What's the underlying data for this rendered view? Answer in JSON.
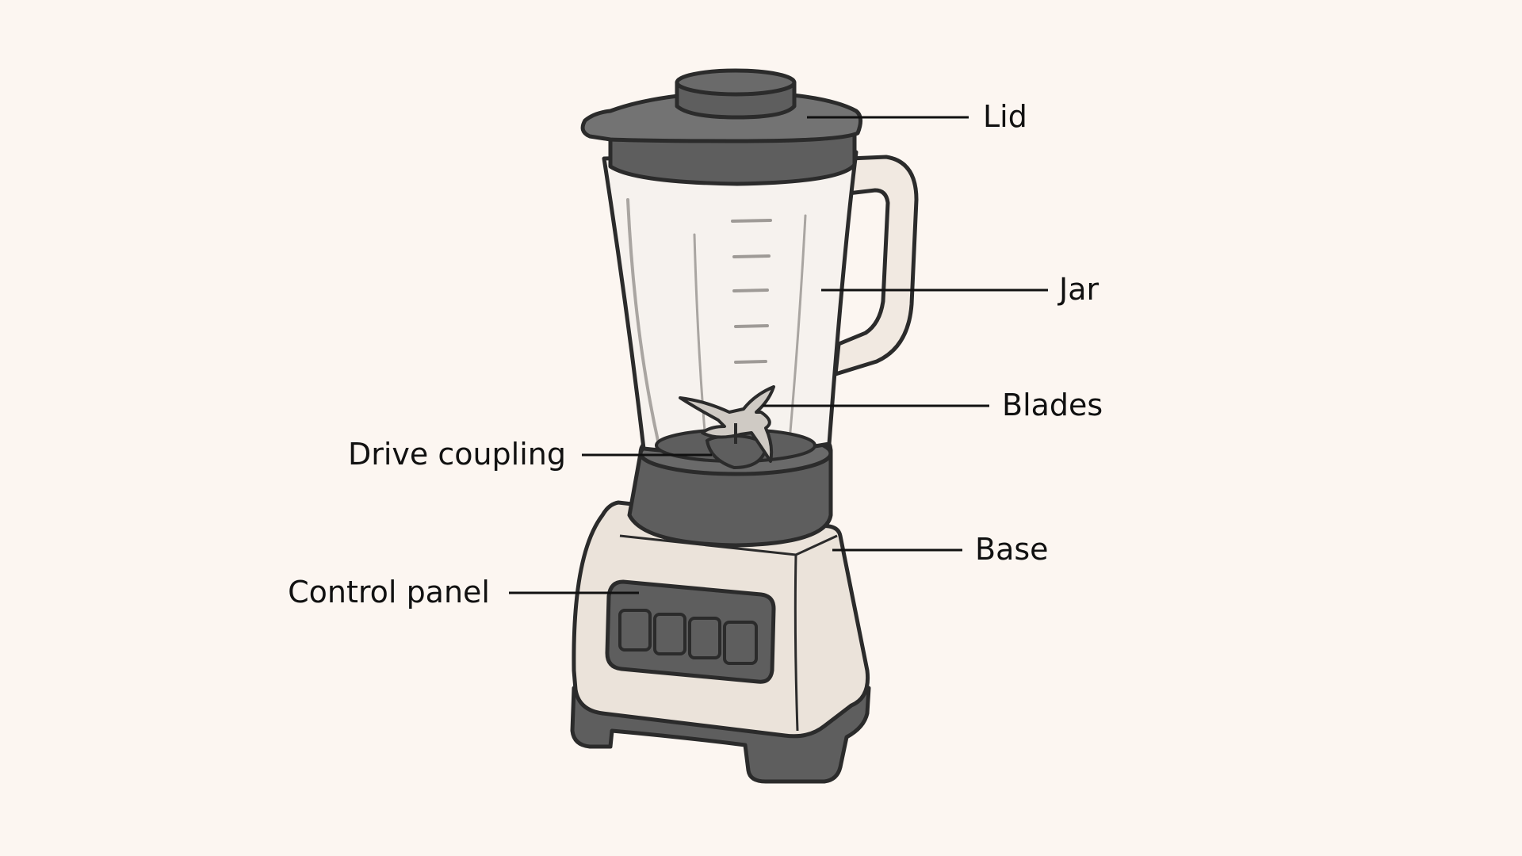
{
  "labels": {
    "lid": "Lid",
    "jar": "Jar",
    "blades": "Blades",
    "drive_coupling": "Drive coupling",
    "base": "Base",
    "control_panel": "Control panel"
  },
  "colors": {
    "background": "#fcf6f1",
    "outline": "#2b2b2b",
    "dark_part": "#5e5e5e",
    "body_cream": "#ebe3da",
    "glass": "#f6f2ee",
    "text": "#111111"
  }
}
